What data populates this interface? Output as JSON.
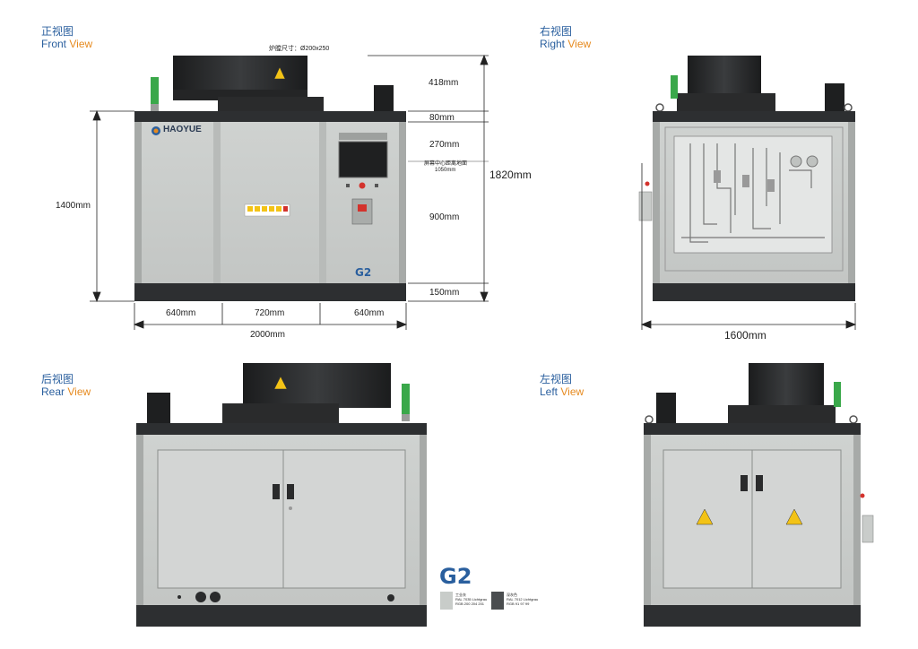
{
  "views": {
    "front": {
      "title_cn": "正视图",
      "title_en_1": "Front",
      "title_en_2": "View"
    },
    "right": {
      "title_cn": "右视图",
      "title_en_1": "Right",
      "title_en_2": "View"
    },
    "rear": {
      "title_cn": "后视图",
      "title_en_1": "Rear",
      "title_en_2": "View"
    },
    "left": {
      "title_cn": "左视图",
      "title_en_1": "Left",
      "title_en_2": "View"
    }
  },
  "front_dims": {
    "furnace_size": "炉膛尺寸：Ø200x250",
    "h418": "418mm",
    "h80": "80mm",
    "h270": "270mm",
    "screen_note_1": "屏幕中心距离地面",
    "screen_note_2": "1050mm",
    "h900": "900mm",
    "h150": "150mm",
    "total_height": "1820mm",
    "body_height": "1400mm",
    "w640a": "640mm",
    "w720": "720mm",
    "w640b": "640mm",
    "total_width": "2000mm"
  },
  "right_dims": {
    "depth": "1600mm"
  },
  "brand": {
    "name": "HAOYUE",
    "model": "G2"
  },
  "legend": {
    "logo": "G2",
    "swatch1": {
      "name": "工业灰",
      "ral": "RAL 7035 Lichtgrau",
      "rgb": "RGB 200 204 201",
      "color": "#c8ccc9"
    },
    "swatch2": {
      "name": "深灰色",
      "ral": "RAL 7012 Lichtgrau",
      "rgb": "RGB 91 97 99",
      "color": "#4a4d4f"
    }
  },
  "colors": {
    "panel": "#c8ccc9",
    "dark": "#2d2f31",
    "accent_blue": "#2a5f9e",
    "accent_orange": "#e68a1f",
    "green": "#3aa84a",
    "warning": "#f3c316"
  }
}
